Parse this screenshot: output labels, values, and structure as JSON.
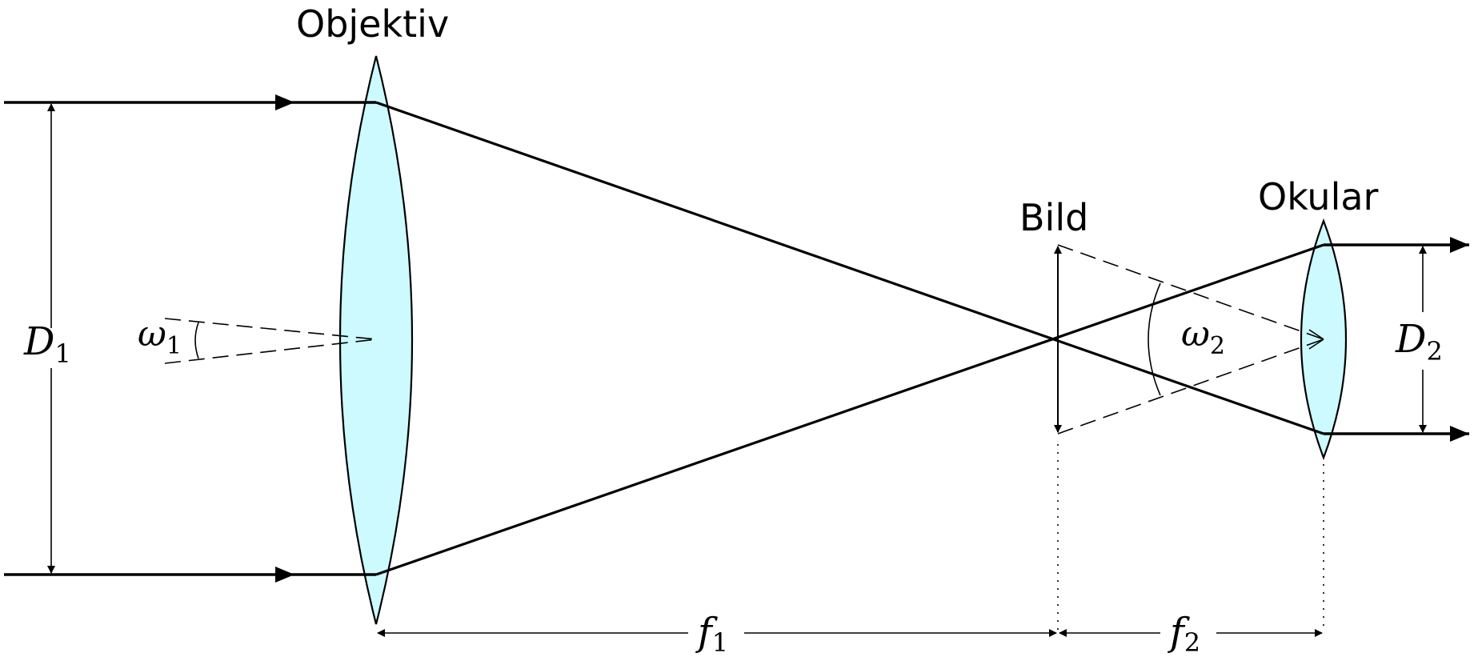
{
  "labels": {
    "objective": "Objektiv",
    "eyepiece": "Okular",
    "image": "Bild",
    "d1_main": "D",
    "d1_sub": "1",
    "d2_main": "D",
    "d2_sub": "2",
    "omega1_main": "ω",
    "omega1_sub": "1",
    "omega2_main": "ω",
    "omega2_sub": "2",
    "f1_main": "f",
    "f1_sub": "1",
    "f2_main": "f",
    "f2_sub": "2"
  },
  "colors": {
    "lens_fill": "#ccfaff",
    "stroke": "#000000"
  }
}
